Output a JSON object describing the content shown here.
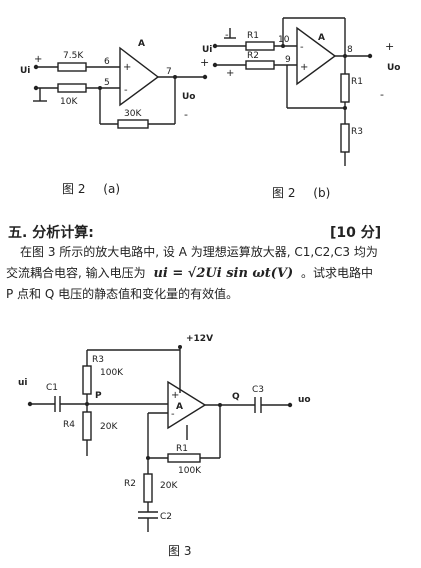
{
  "circuit_a": {
    "input_label": "Ui",
    "r_in_label": "7.5K",
    "r_gnd_label": "10K",
    "r_fb_label": "30K",
    "amp_label": "A",
    "pin_inv": "6",
    "pin_noninv": "5",
    "pin_out": "7",
    "output_label": "Uo",
    "caption": "图 2",
    "caption_sub": "(a)"
  },
  "circuit_b": {
    "input_label": "Ui",
    "r1_label": "R1",
    "r2_label": "R2",
    "r3_label": "R1",
    "r4_label": "R3",
    "pin_inv": "10",
    "pin_noninv": "9",
    "pin_out": "8",
    "amp_label": "A",
    "output_label": "Uo",
    "caption": "图 2",
    "caption_sub": "(b)"
  },
  "section": {
    "heading": "五. 分析计算:",
    "score": "[10 分]",
    "line1": "在图 3 所示的放大电路中, 设 A 为理想运算放大器, C1,C2,C3 均为",
    "line2_pre": "交流耦合电容, 输入电压为",
    "line2_formula": "ui = √2Ui sin ωt(V)",
    "line2_post": "。试求电路中",
    "line3": "P 点和 Q 电压的静态值和变化量的有效值。"
  },
  "circuit_3": {
    "supply_label": "+12V",
    "input_label": "ui",
    "c1_label": "C1",
    "p_label": "P",
    "r3_label": "R3",
    "r3_value": "100K",
    "r4_label": "R4",
    "r4_value": "20K",
    "amp_label": "A",
    "q_label": "Q",
    "c3_label": "C3",
    "output_label": "uo",
    "r1_label": "R1",
    "r1_value": "100K",
    "r2_label": "R2",
    "r2_value": "20K",
    "c2_label": "C2",
    "caption": "图 3"
  }
}
